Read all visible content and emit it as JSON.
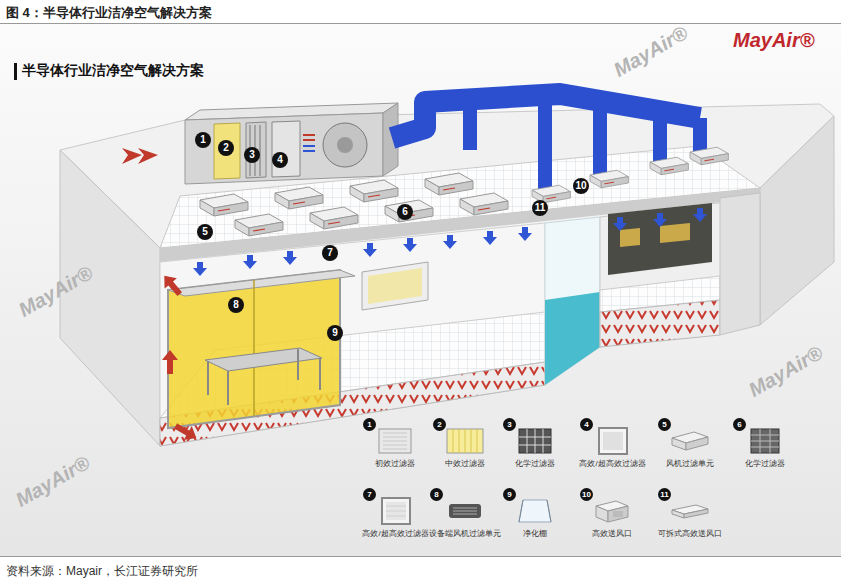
{
  "diagram": {
    "title": "图 4：半导体行业洁净空气解决方案",
    "caption": "资料来源：Mayair，长江证券研究所",
    "nodes": [
      {
        "text": [
          "1",
          "初效过滤器"
        ]
      },
      {
        "text": [
          "2",
          "中效过滤器"
        ]
      },
      {
        "text": [
          "3",
          "化学过滤器"
        ]
      },
      {
        "text": [
          "4",
          "高效/超高效过滤器"
        ]
      },
      {
        "text": [
          "5",
          "风机过滤单元"
        ]
      },
      {
        "text": [
          "6",
          "化学过滤器"
        ]
      },
      {
        "text": [
          "7",
          "高效/超高效过滤器"
        ]
      },
      {
        "text": [
          "8",
          "设备端风机过滤单元"
        ]
      },
      {
        "text": [
          "9",
          "净化棚"
        ]
      },
      {
        "text": [
          "10",
          "高效送风口"
        ]
      },
      {
        "text": [
          "11",
          "可拆式高效送风口"
        ]
      }
    ],
    "labels": [
      "半导体行业洁净空气解决方案",
      "MayAir®",
      "1",
      "2",
      "3",
      "4",
      "5",
      "6",
      "7",
      "8",
      "9",
      "10",
      "11",
      "MayAir®",
      "MayAir®",
      "MayAir®",
      "MayAir®"
    ]
  }
}
